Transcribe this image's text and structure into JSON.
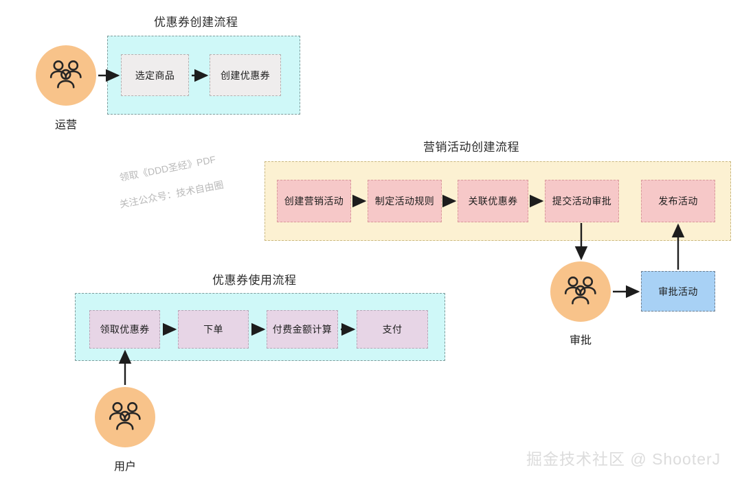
{
  "diagram": {
    "title_color": "#2b2b2b",
    "groups": [
      {
        "id": "coupon-create",
        "title": "优惠券创建流程",
        "lane_color": "#cff8f8",
        "steps": [
          {
            "label": "选定商品"
          },
          {
            "label": "创建优惠券"
          }
        ]
      },
      {
        "id": "campaign-create",
        "title": "营销活动创建流程",
        "lane_color": "#fcf1d2",
        "steps": [
          {
            "label": "创建营销活动"
          },
          {
            "label": "制定活动规则"
          },
          {
            "label": "关联优惠券"
          },
          {
            "label": "提交活动审批"
          },
          {
            "label": "发布活动"
          }
        ]
      },
      {
        "id": "coupon-use",
        "title": "优惠券使用流程",
        "lane_color": "#cff8f8",
        "steps": [
          {
            "label": "领取优惠券"
          },
          {
            "label": "下单"
          },
          {
            "label": "付费金额计算"
          },
          {
            "label": "支付"
          }
        ]
      }
    ],
    "standalone_steps": [
      {
        "id": "approve-activity",
        "label": "审批活动",
        "color": "#a8d1f5"
      }
    ],
    "actors": [
      {
        "id": "operations",
        "label": "运营",
        "icon": "people-group-icon",
        "color": "#f8c38a"
      },
      {
        "id": "approver",
        "label": "审批",
        "icon": "people-group-icon",
        "color": "#f8c38a"
      },
      {
        "id": "user",
        "label": "用户",
        "icon": "people-group-icon",
        "color": "#f8c38a"
      }
    ],
    "watermarks": {
      "promo_line1": "领取《DDD圣经》PDF",
      "promo_line2": "关注公众号：技术自由圈",
      "corner": "掘金技术社区 @ ShooterJ"
    }
  }
}
